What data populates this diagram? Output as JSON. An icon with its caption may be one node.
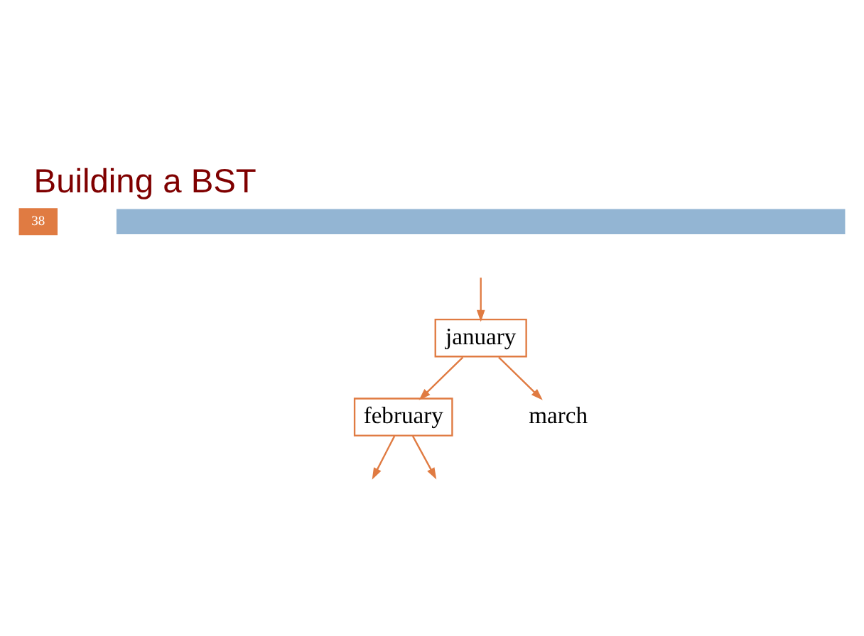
{
  "diagram": {
    "title": "Building a BST",
    "nodes": [
      {
        "text": [
          "january"
        ]
      },
      {
        "text": [
          "february"
        ]
      },
      {
        "text": [
          "march"
        ]
      },
      {
        "text": [],
        "shape": "bar"
      }
    ],
    "edges": [
      {
        "from": null,
        "to": 0,
        "arrow": "to"
      },
      {
        "from": 0,
        "to": 1,
        "arrow": "to"
      },
      {
        "from": 0,
        "to": 2,
        "arrow": "to"
      },
      {
        "from": 1,
        "to": null,
        "arrow": "to"
      },
      {
        "from": 1,
        "to": null,
        "arrow": "to"
      }
    ],
    "labels": [
      "38"
    ]
  }
}
